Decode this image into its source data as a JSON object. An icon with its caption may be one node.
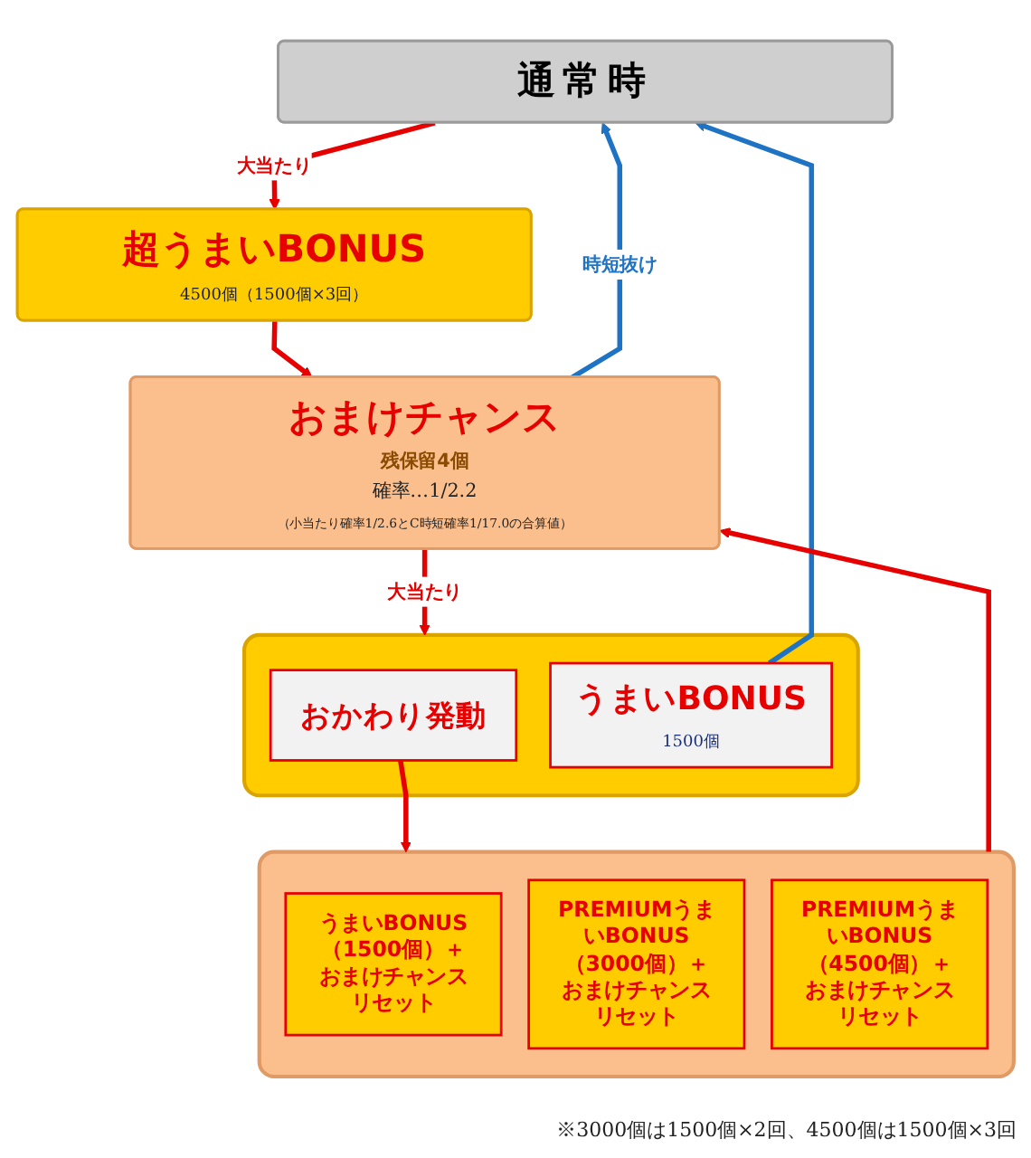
{
  "diagram": {
    "nodes": [
      {
        "text": [
          "通常時"
        ]
      },
      {
        "text": [
          "超うまいBONUS",
          "4500個（1500個×3回）"
        ]
      },
      {
        "text": [
          "おまけチャンス",
          "残保留4個",
          "確率…1/2.2",
          "（小当たり確率1/2.6とC時短確率1/17.0の合算値）"
        ]
      },
      {
        "text": [],
        "shape": "box"
      },
      {
        "text": [
          "おかわり発動"
        ],
        "in": 3
      },
      {
        "text": [
          "うまいBONUS",
          "1500個"
        ],
        "in": 3
      },
      {
        "text": [],
        "shape": "box"
      },
      {
        "text": [
          "うまいBONUS（1500個）＋おまけチャンスリセット"
        ],
        "in": 6
      },
      {
        "text": [
          "PREMIUMうまいBONUS（3000個）＋おまけチャンスリセット"
        ],
        "in": 6
      },
      {
        "text": [
          "PREMIUMうまいBONUS（4500個）＋おまけチャンスリセット"
        ],
        "in": 6
      }
    ],
    "edges": [
      {
        "from": 0,
        "to": 1,
        "arrow": "to",
        "label": "大当たり"
      },
      {
        "from": 1,
        "to": 2,
        "arrow": "to"
      },
      {
        "from": 2,
        "to": 0,
        "arrow": "to",
        "label": "時短抜け",
        "color": "#1f73c4"
      },
      {
        "from": 5,
        "to": 0,
        "arrow": "to",
        "color": "#1f73c4"
      },
      {
        "from": 2,
        "to": 3,
        "arrow": "to",
        "label": "大当たり"
      },
      {
        "from": 4,
        "to": 6,
        "arrow": "to"
      },
      {
        "from": 6,
        "to": 2,
        "arrow": "to"
      }
    ],
    "labels": [
      "※3000個は1500個×2回、4500個は1500個×3回"
    ]
  }
}
